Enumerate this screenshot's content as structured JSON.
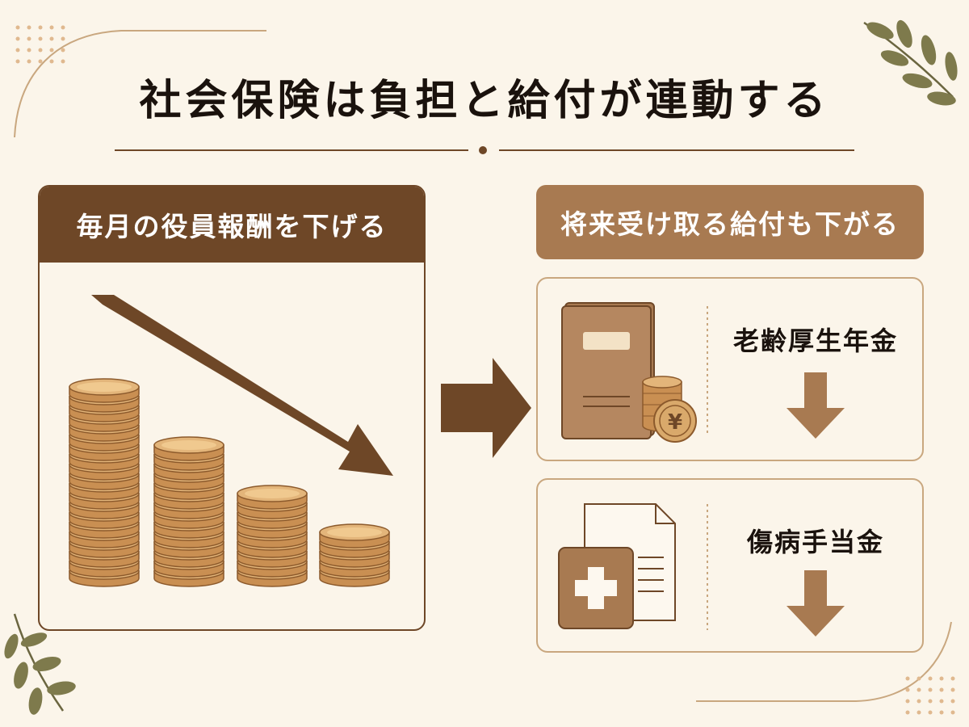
{
  "title": "社会保険は負担と給付が連動する",
  "left_panel": {
    "header": "毎月の役員報酬を下げる"
  },
  "right_panel": {
    "header": "将来受け取る給付も下がる",
    "items": [
      {
        "label": "老齢厚生年金",
        "icon": "pension-book-yen-icon",
        "indicator": "down-arrow-icon"
      },
      {
        "label": "傷病手当金",
        "icon": "medical-document-icon",
        "indicator": "down-arrow-icon"
      }
    ]
  },
  "yen_symbol": "¥",
  "colors": {
    "background": "#fbf5ea",
    "dark_brown": "#6e4727",
    "mid_brown": "#a87a51",
    "light_border": "#c9a77f",
    "coin": "#d9a96b",
    "leaf": "#7e7a4c"
  }
}
